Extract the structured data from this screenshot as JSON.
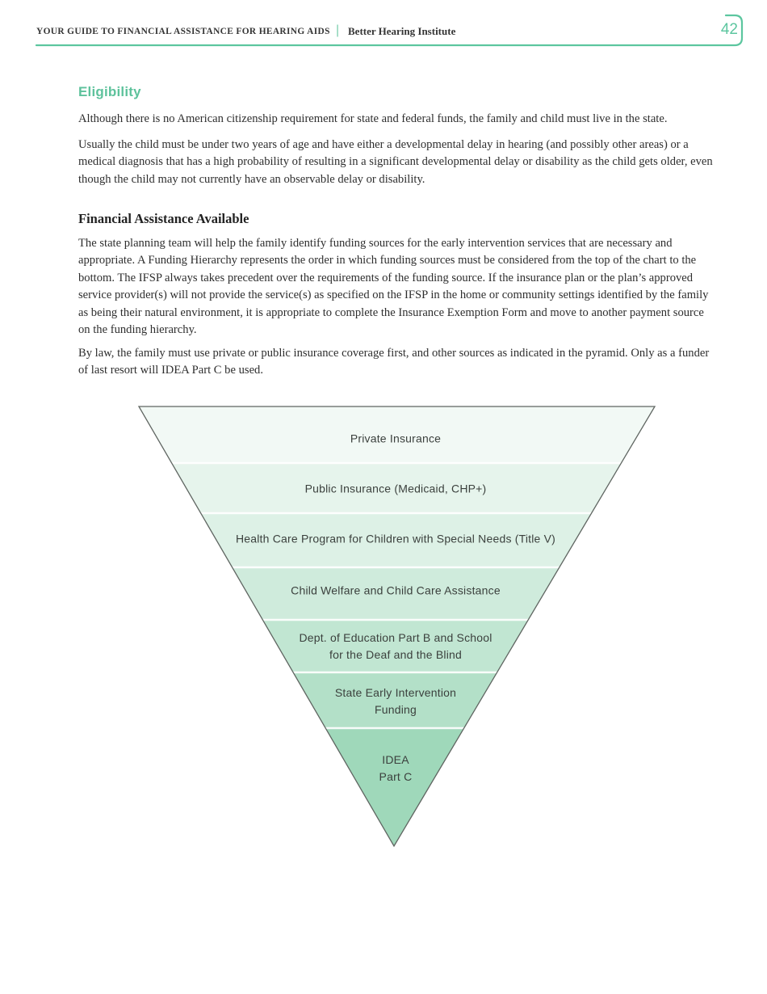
{
  "accent_color": "#5cc69f",
  "header": {
    "doc_title": "YOUR GUIDE TO FINANCIAL ASSISTANCE FOR HEARING AIDS",
    "separator": "|",
    "org": "Better Hearing Institute",
    "page_number": "42"
  },
  "sections": {
    "eligibility": {
      "heading": "Eligibility",
      "paragraphs": [
        "Although there is no American citizenship requirement for state and federal funds, the family and child must live in the state.",
        "Usually the child must be under two years of age and have either a developmental delay in hearing (and possibly other areas) or a medical diagnosis that has a high probability of resulting in a significant developmental delay or disability as the child gets older, even though the child may not currently have an observable delay or disability."
      ]
    },
    "financial": {
      "heading": "Financial Assistance Available",
      "paragraphs": [
        "The state planning team will help the family identify funding sources for the early intervention services that are necessary and appropriate. A Funding Hierarchy represents the order in which funding sources must be considered from the top of the chart to the bottom. The IFSP always takes precedent over the requirements of the funding source. If the insurance plan or the plan’s approved service provider(s) will not provide the service(s) as specified on the IFSP in the home or community settings identified by the family as being their natural environment, it is appropriate to complete the Insurance Exemption Form and move to another payment source on the funding hierarchy.",
        "By law, the family must use private or public insurance coverage first, and other sources as indicated in the pyramid. Only as a funder of last resort will IDEA Part C be used."
      ]
    }
  },
  "pyramid": {
    "type": "inverted-pyramid",
    "description": "Funding Hierarchy (top of chart considered first, IDEA Part C is funder of last resort)",
    "outline_color": "#5f6561",
    "separator_color": "#ffffff",
    "levels": [
      {
        "label": "Private Insurance",
        "color": "#f2f9f5"
      },
      {
        "label": "Public Insurance (Medicaid, CHP+)",
        "color": "#e6f4ec"
      },
      {
        "label": "Health Care Program for Children with Special Needs (Title V)",
        "color": "#ddf1e6"
      },
      {
        "label": "Child Welfare and Child Care Assistance",
        "color": "#cfebdc"
      },
      {
        "label": "Dept. of Education Part B and School\nfor the Deaf and the Blind",
        "color": "#c1e6d2"
      },
      {
        "label": "State Early Intervention\nFunding",
        "color": "#b3e0c8"
      },
      {
        "label": "IDEA\nPart C",
        "color": "#9fd8ba"
      }
    ]
  }
}
